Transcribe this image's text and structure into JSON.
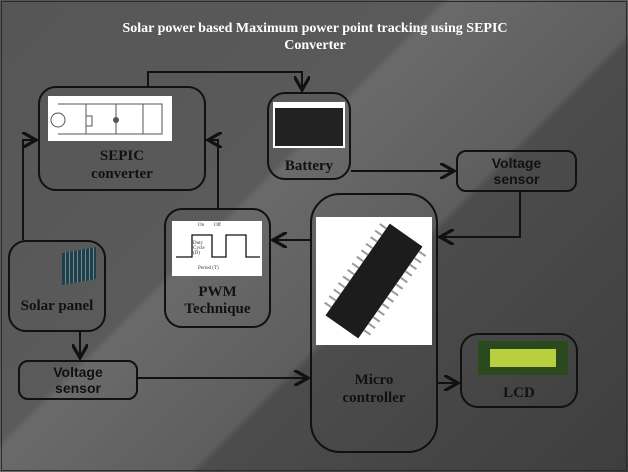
{
  "title": {
    "line1": "Solar power based Maximum power point tracking using SEPIC",
    "line2": "Converter"
  },
  "blocks": {
    "sepic": {
      "line1": "SEPIC",
      "line2": "converter"
    },
    "battery": {
      "label": "Battery"
    },
    "voltage_sensor_top": {
      "line1": "Voltage",
      "line2": "sensor"
    },
    "microcontroller": {
      "line1": "Micro",
      "line2": "controller"
    },
    "pwm": {
      "line1": "PWM",
      "line2": "Technique",
      "chart_labels": {
        "on": "On",
        "off": "Off",
        "duty": "Duty Cycle (D)",
        "period": "Period (T)"
      }
    },
    "solar_panel": {
      "label": "Solar panel"
    },
    "voltage_sensor_bottom": {
      "line1": "Voltage",
      "line2": "sensor"
    },
    "lcd": {
      "label": "LCD"
    }
  }
}
